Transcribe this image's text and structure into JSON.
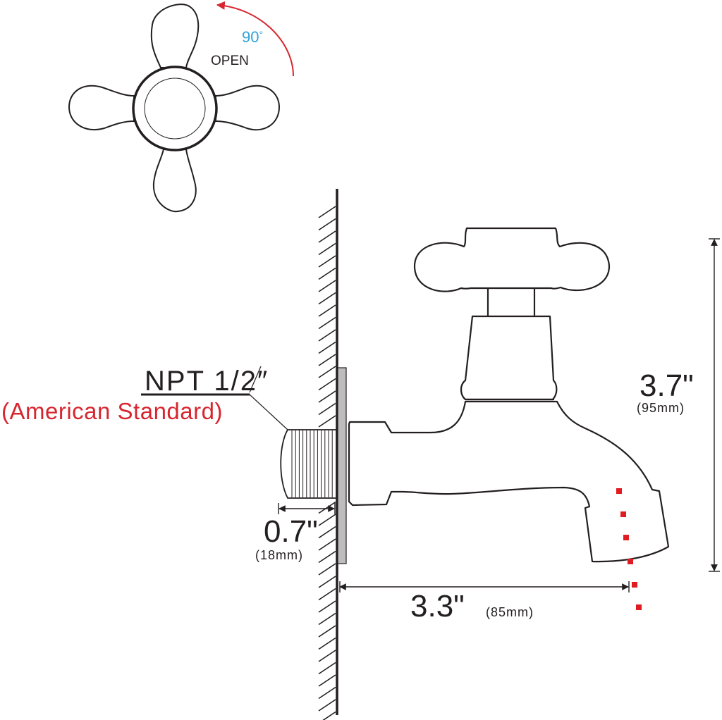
{
  "colors": {
    "line": "#231f20",
    "accent_red": "#d7262f",
    "accent_blue": "#2fa4d8",
    "plate_fill": "#bdbdbd",
    "background": "#ffffff"
  },
  "handle_top_view": {
    "rotation_label": "90",
    "rotation_unit": "°",
    "action_label": "OPEN",
    "rotation_degrees": 90
  },
  "thread": {
    "spec_label": "NPT 1/2″",
    "standard_label": "(American Standard)"
  },
  "dimensions": {
    "thread_length": {
      "imperial": "0.7\"",
      "metric": "(18mm)"
    },
    "height": {
      "imperial": "3.7\"",
      "metric": "(95mm)"
    },
    "projection": {
      "imperial": "3.3\"",
      "metric": "(85mm)"
    }
  },
  "icons": {
    "handle_top": "cross-handle-icon",
    "rotation_arrow": "curved-arrow-icon",
    "faucet": "faucet-side-view-icon",
    "wall": "wall-hatch-icon",
    "water_flow": "water-flow-dots-icon"
  }
}
